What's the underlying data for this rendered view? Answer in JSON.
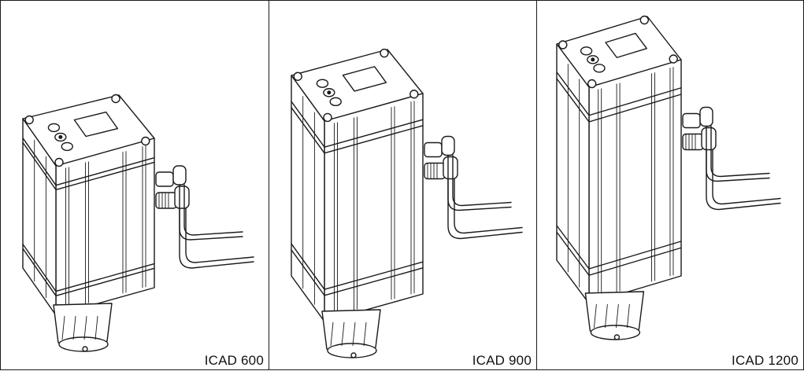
{
  "panels": [
    {
      "label": "ICAD 600"
    },
    {
      "label": "ICAD 900"
    },
    {
      "label": "ICAD 1200"
    }
  ]
}
